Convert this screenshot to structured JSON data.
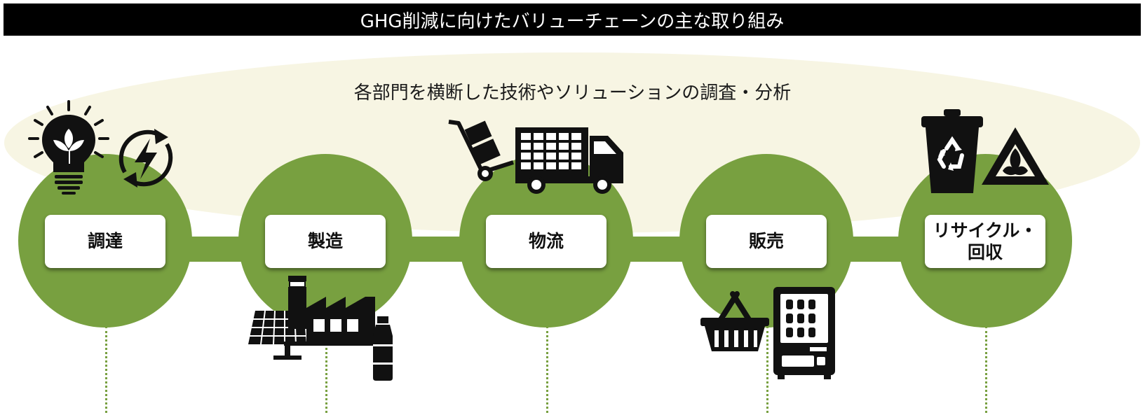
{
  "header": {
    "title": "GHG削減に向けたバリューチェーンの主な取り組み"
  },
  "oval": {
    "text": "各部門を横断した技術やソリューションの調査・分析"
  },
  "stages": [
    {
      "label": "調達"
    },
    {
      "label": "製造"
    },
    {
      "label": "物流"
    },
    {
      "label": "販売"
    },
    {
      "label": "リサイクル・\n回収"
    }
  ],
  "icons": [
    "lightbulb-leaf-icon",
    "renewable-energy-icon",
    "solar-panel-icon",
    "factory-icon",
    "plastic-bottle-icon",
    "hand-truck-icon",
    "delivery-truck-icon",
    "shopping-basket-icon",
    "vending-machine-icon",
    "recycle-bin-icon",
    "recycle-leaf-icon"
  ],
  "colors": {
    "accent_green": "#78a040",
    "oval_bg": "#f7f5e3",
    "header_bg": "#000000"
  }
}
